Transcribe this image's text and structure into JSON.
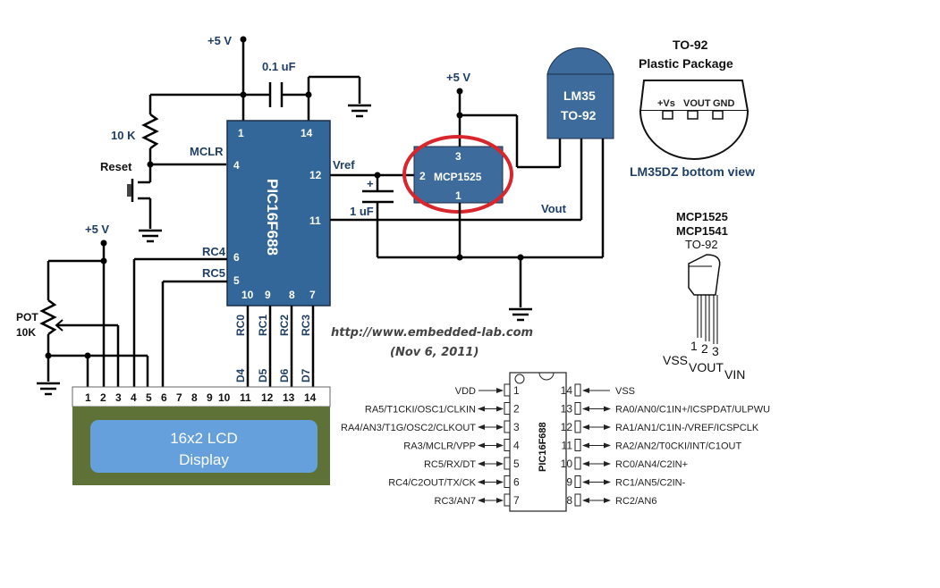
{
  "colors": {
    "chip_fill": "#336699",
    "chip_label": "#ffffff",
    "label_blue": "#1f3f66",
    "lcd_board": "#5e7237",
    "lcd_screen": "#66a0dc",
    "highlight_circle": "#d9262c",
    "lm35_fill": "#3d6b9c"
  },
  "pic": {
    "name": "PIC16F688",
    "pins": {
      "p1": "1",
      "p14": "14",
      "p4": "4",
      "p12": "12",
      "p11": "11",
      "p6": "6",
      "p5": "5",
      "p10": "10",
      "p9": "9",
      "p8": "8",
      "p7": "7"
    },
    "signal_labels": {
      "mclr": "MCLR",
      "vref": "Vref",
      "rc4": "RC4",
      "rc5": "RC5",
      "rc0": "RC0",
      "rc1": "RC1",
      "rc2": "RC2",
      "rc3": "RC3"
    }
  },
  "power": {
    "vcc_top": "+5 V",
    "vcc_mcp": "+5 V",
    "vcc_pot": "+5 V"
  },
  "components": {
    "decoupling_cap": "0.1 uF",
    "pullup_resistor": "10 K",
    "reset_switch": "Reset",
    "vref_cap": "1 uF",
    "vref_cap_polarity": "+",
    "pot_line1": "POT",
    "pot_line2": "10K",
    "vout_label": "Vout"
  },
  "mcp": {
    "name": "MCP1525",
    "pin3": "3",
    "pin2": "2",
    "pin1": "1"
  },
  "lm35": {
    "line1": "LM35",
    "line2": "TO-92"
  },
  "to92_lm35": {
    "title1": "TO-92",
    "title2": "Plastic Package",
    "pins": [
      "+Vs",
      "VOUT",
      "GND"
    ],
    "caption": "LM35DZ bottom view"
  },
  "to92_mcp": {
    "title1": "MCP1525",
    "title2": "MCP1541",
    "title3": "TO-92",
    "pin_numbers": [
      "1",
      "2",
      "3"
    ],
    "pin_names": [
      "VSS",
      "VOUT",
      "VIN"
    ]
  },
  "lcd": {
    "pins": [
      "1",
      "2",
      "3",
      "4",
      "5",
      "6",
      "7",
      "8",
      "9",
      "10",
      "11",
      "12",
      "13",
      "14"
    ],
    "data_labels": [
      "D4",
      "D5",
      "D6",
      "D7"
    ],
    "screen_line1": "16x2 LCD",
    "screen_line2": "Display"
  },
  "credit": {
    "url": "http://www.embedded-lab.com",
    "date": "(Nov 6, 2011)"
  },
  "pinout": {
    "chip": "PIC16F688",
    "left": [
      {
        "num": "1",
        "name": "VDD"
      },
      {
        "num": "2",
        "name": "RA5/T1CKI/OSC1/CLKIN"
      },
      {
        "num": "3",
        "name": "RA4/AN3/T1G/OSC2/CLKOUT"
      },
      {
        "num": "4",
        "name": "RA3/MCLR/VPP"
      },
      {
        "num": "5",
        "name": "RC5/RX/DT"
      },
      {
        "num": "6",
        "name": "RC4/C2OUT/TX/CK"
      },
      {
        "num": "7",
        "name": "RC3/AN7"
      }
    ],
    "right": [
      {
        "num": "14",
        "name": "VSS"
      },
      {
        "num": "13",
        "name": "RA0/AN0/C1IN+/ICSPDAT/ULPWU"
      },
      {
        "num": "12",
        "name": "RA1/AN1/C1IN-/VREF/ICSPCLK"
      },
      {
        "num": "11",
        "name": "RA2/AN2/T0CKI/INT/C1OUT"
      },
      {
        "num": "10",
        "name": "RC0/AN4/C2IN+"
      },
      {
        "num": "9",
        "name": "RC1/AN5/C2IN-"
      },
      {
        "num": "8",
        "name": "RC2/AN6"
      }
    ]
  }
}
